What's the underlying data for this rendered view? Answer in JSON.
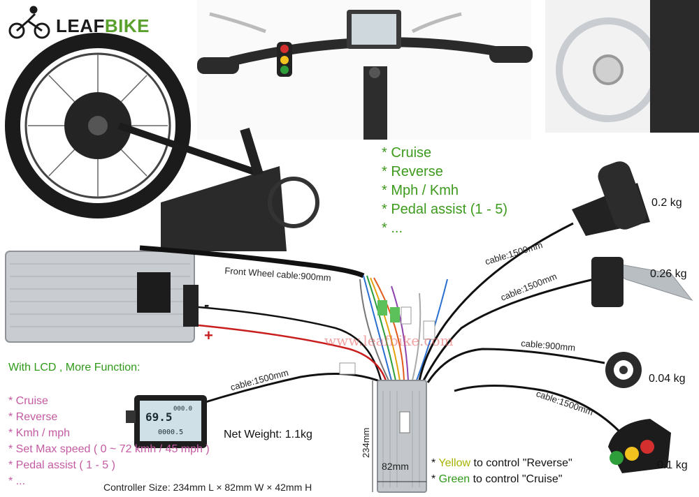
{
  "logo": {
    "prefix": "LEAF",
    "suffix": "BIKE"
  },
  "watermark": "www.leafbike.com",
  "features_top": [
    "* Cruise",
    "* Reverse",
    "* Mph / Kmh",
    "* Pedal assist (1 - 5)",
    "* ..."
  ],
  "lcd_section": {
    "heading": "With LCD , More Function:",
    "items": [
      "* Cruise",
      "* Reverse",
      "* Kmh / mph",
      "* Set Max speed ( 0 ~ 72 kmh / 45 mph )",
      "* Pedal assist ( 1 - 5 )",
      "* ..."
    ]
  },
  "lcd_screen": {
    "speed": "69.5",
    "top": "000.0",
    "bottom": "0000.5"
  },
  "cables": {
    "front_wheel": "Front Wheel cable:900mm",
    "lcd": "cable:1500mm",
    "throttle": "cable:1500mm",
    "brake": "cable:1500mm",
    "pas": "cable:900mm",
    "switch": "cable:1500mm"
  },
  "weights": {
    "throttle": "0.2 kg",
    "brake": "0.26 kg",
    "pas": "0.04 kg",
    "switch": "0.1 kg",
    "net": "Net Weight: 1.1kg"
  },
  "battery_terminals": {
    "negative": "-",
    "positive": "+"
  },
  "controller": {
    "height_label": "234mm",
    "width_label": "82mm",
    "size_text": "Controller Size: 234mm L × 82mm W × 42mm H"
  },
  "legend": {
    "line1": {
      "prefix": "* ",
      "color_word": "Yellow",
      "rest": " to control \"Reverse\""
    },
    "line2": {
      "prefix": "* ",
      "color_word": "Green",
      "rest": " to control \"Cruise\""
    }
  },
  "colors": {
    "brand_green": "#5aa02c",
    "feature_green": "#3c9a1c",
    "lcd_pink": "#c45aa2",
    "wire_black": "#111111",
    "wire_red": "#c81e1e"
  }
}
